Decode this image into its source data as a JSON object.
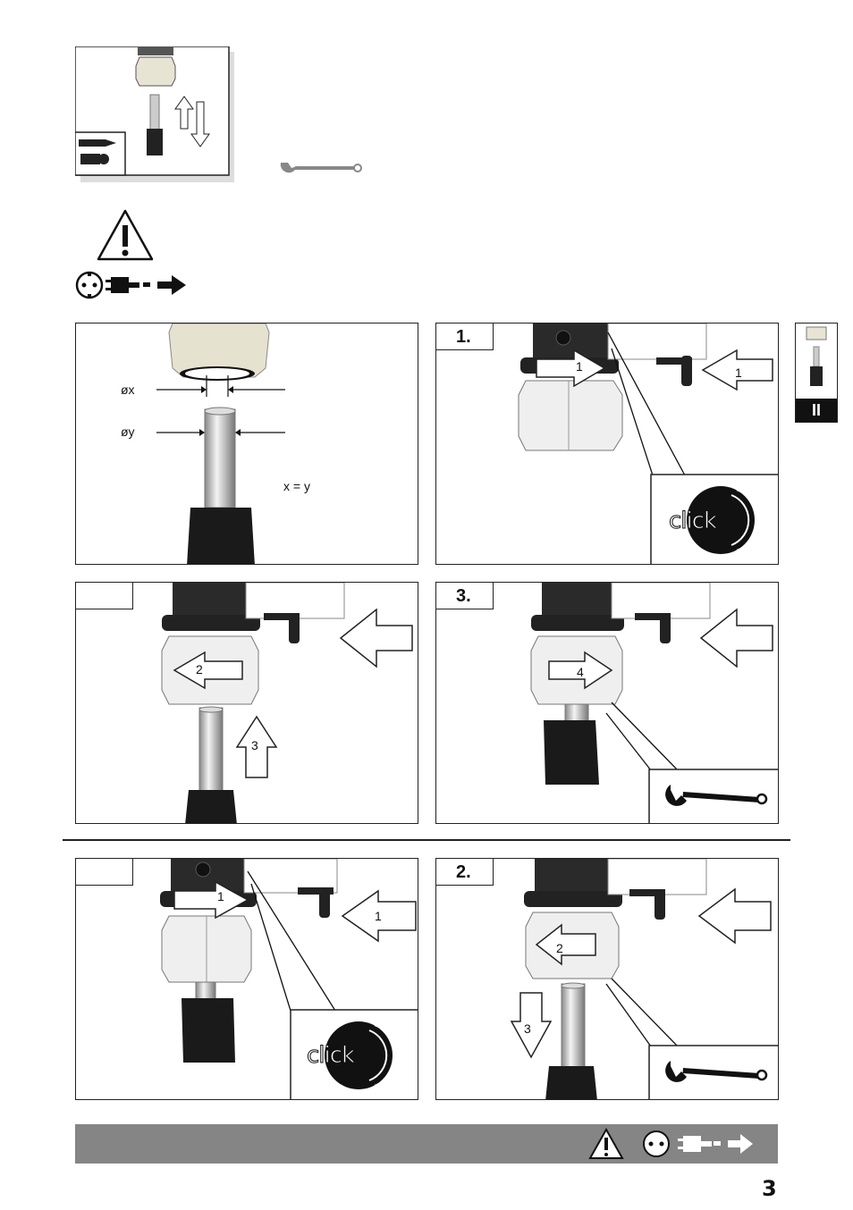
{
  "side_tab": {
    "label": "II"
  },
  "panel_dims": {
    "label_x": "øx",
    "label_y": "øy",
    "equation": "x = y"
  },
  "panel_1": {
    "step": "1.",
    "arrow_nut": "1",
    "arrow_button": "1",
    "click": "click"
  },
  "panel_blank_a": {
    "step": "",
    "arrow_nut": "2",
    "arrow_bit": "3"
  },
  "panel_3": {
    "step": "3.",
    "arrow_nut": "4"
  },
  "panel_blank_b": {
    "step": "",
    "arrow_nut": "1",
    "arrow_button": "1",
    "click": "click"
  },
  "panel_2": {
    "step": "2.",
    "arrow_nut": "2",
    "arrow_bit": "3"
  },
  "page": {
    "number": "3"
  },
  "colors": {
    "footer_bar": "#858585",
    "ink": "#111111"
  }
}
